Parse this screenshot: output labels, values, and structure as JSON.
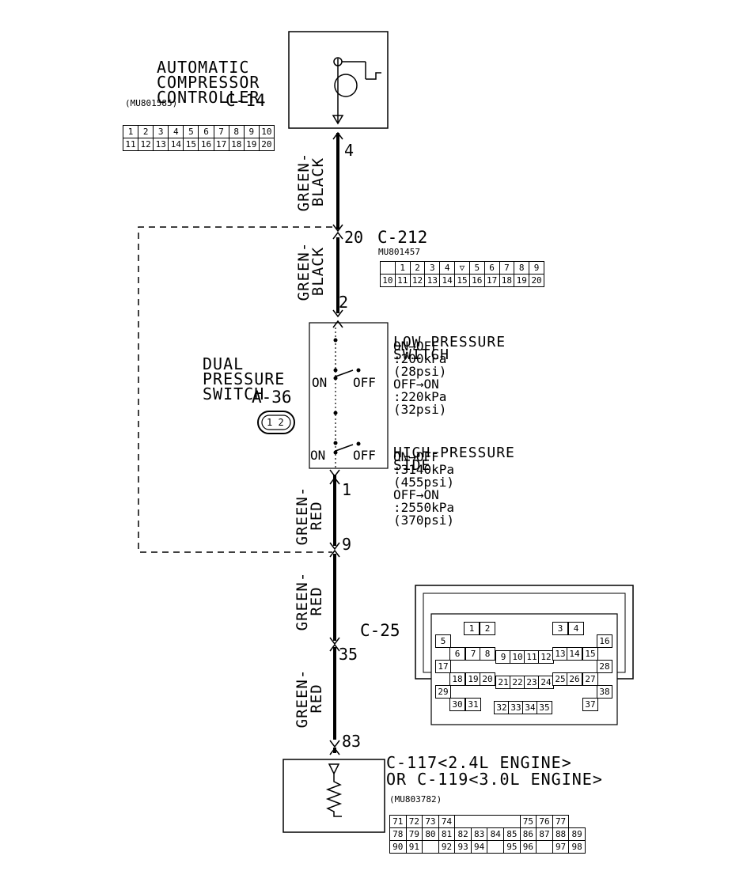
{
  "title": [
    "AUTOMATIC",
    "COMPRESSOR",
    "CONTROLLER"
  ],
  "c14": {
    "id": "C-14",
    "part": "(MU801585)",
    "row1": [
      "1",
      "2",
      "3",
      "4",
      "5",
      "6",
      "7",
      "8",
      "9",
      "10"
    ],
    "row2": [
      "11",
      "12",
      "13",
      "14",
      "15",
      "16",
      "17",
      "18",
      "19",
      "20"
    ]
  },
  "pins": {
    "p4": "4",
    "p20": "20",
    "p2": "2",
    "p1": "1",
    "p9": "9",
    "p35": "35",
    "p83": "83"
  },
  "wires": {
    "w1": [
      "GREEN-",
      "BLACK"
    ],
    "w2": [
      "GREEN-",
      "BLACK"
    ],
    "w3": [
      "GREEN-",
      "RED"
    ],
    "w4": [
      "GREEN-",
      "RED"
    ],
    "w5": [
      "GREEN-",
      "RED"
    ]
  },
  "c212": {
    "id": "C-212",
    "part": "MU801457",
    "row1": [
      "1",
      "2",
      "3",
      "4",
      "",
      "5",
      "6",
      "7",
      "8",
      "9"
    ],
    "row2": [
      "10",
      "11",
      "12",
      "13",
      "14",
      "15",
      "16",
      "17",
      "18",
      "19",
      "20"
    ]
  },
  "dps": {
    "title": [
      "DUAL",
      "PRESSURE",
      "SWITCH"
    ],
    "id": "A-36",
    "pins": "1 2",
    "on": "ON",
    "off": "OFF"
  },
  "low": {
    "title": [
      "LOW PRESSURE",
      "SWITCH"
    ],
    "lines": [
      "ON→OFF",
      ":200kPa",
      "(28psi)",
      "OFF→ON",
      ":220kPa",
      "(32psi)"
    ]
  },
  "high": {
    "title": [
      "HIGH-PRESSURE",
      "SIDE"
    ],
    "lines": [
      "ON→OFF",
      ":3140kPa",
      "(455psi)",
      "OFF→ON",
      ":2550kPa",
      "(370psi)"
    ]
  },
  "c25": {
    "id": "C-25",
    "pins": [
      "1",
      "2",
      "3",
      "4",
      "5",
      "6",
      "7",
      "8",
      "9",
      "10",
      "11",
      "12",
      "13",
      "14",
      "15",
      "16",
      "17",
      "18",
      "19",
      "20",
      "21",
      "22",
      "23",
      "24",
      "25",
      "26",
      "27",
      "28",
      "29",
      "30",
      "31",
      "32",
      "33",
      "34",
      "35",
      "37",
      "38"
    ]
  },
  "c117": {
    "line1": "C-117<2.4L ENGINE>",
    "line2": "OR C-119<3.0L ENGINE>",
    "part": "(MU803782)",
    "row1": [
      "71",
      "72",
      "73",
      "74",
      "",
      "",
      "",
      "",
      "75",
      "76",
      "77"
    ],
    "row2": [
      "78",
      "79",
      "80",
      "81",
      "82",
      "83",
      "84",
      "85",
      "86",
      "87",
      "88",
      "89"
    ],
    "row3": [
      "90",
      "91",
      "",
      "92",
      "93",
      "94",
      "",
      "95",
      "96",
      "",
      "97",
      "98"
    ]
  }
}
